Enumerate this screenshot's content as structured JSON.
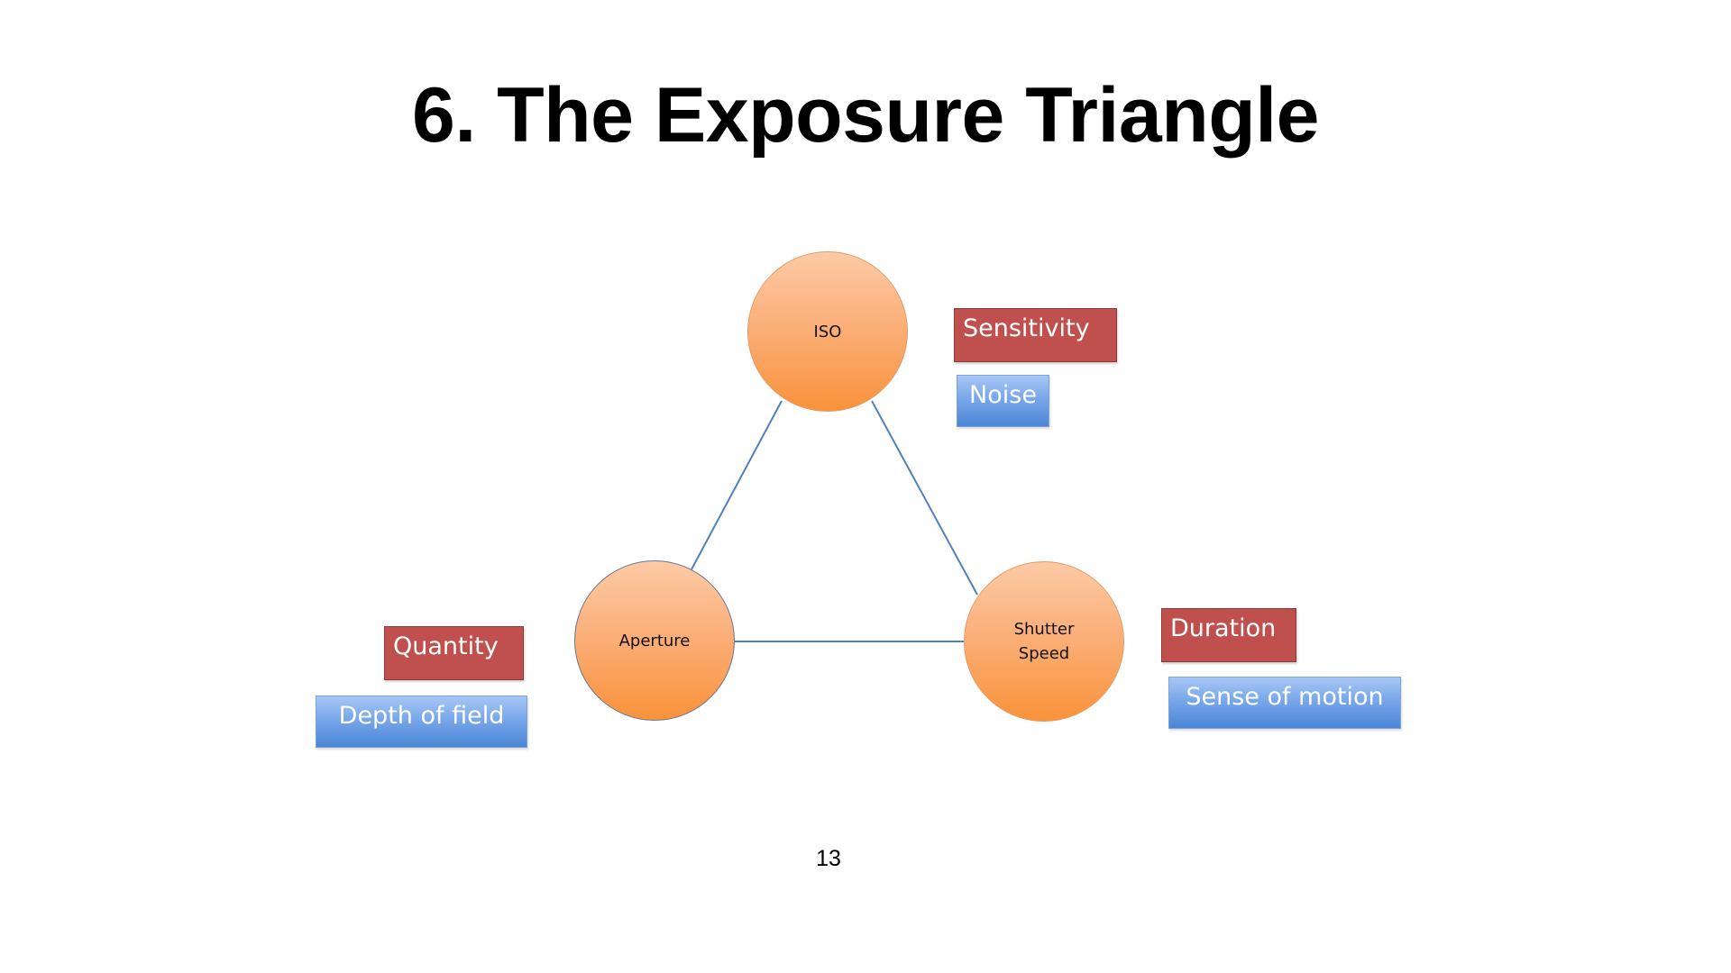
{
  "slide": {
    "title": "6. The Exposure Triangle",
    "page_number": "13"
  },
  "diagram": {
    "nodes": [
      {
        "id": "iso",
        "label": "ISO"
      },
      {
        "id": "aperture",
        "label": "Aperture"
      },
      {
        "id": "shutter",
        "label": "Shutter\nSpeed"
      }
    ],
    "edges": [
      {
        "from": "iso",
        "to": "aperture"
      },
      {
        "from": "iso",
        "to": "shutter"
      },
      {
        "from": "aperture",
        "to": "shutter"
      }
    ],
    "tags": {
      "iso": {
        "property": "Sensitivity",
        "effect": "Noise"
      },
      "aperture": {
        "property": "Quantity",
        "effect": "Depth of field"
      },
      "shutter": {
        "property": "Duration",
        "effect": "Sense of motion"
      }
    },
    "colors": {
      "property_tag": "#c0504d",
      "effect_tag": "#4a86d6",
      "node_fill": "#f9923a",
      "edge": "#4f81bd"
    }
  }
}
